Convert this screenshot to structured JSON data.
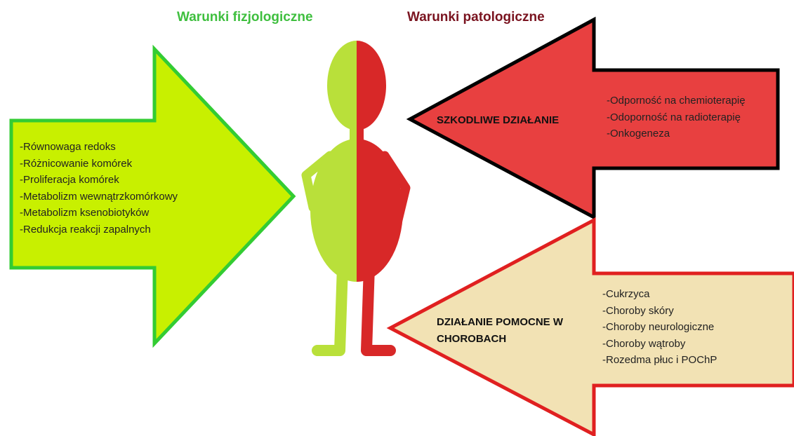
{
  "headings": {
    "physiological": "Warunki fizjologiczne",
    "pathological": "Warunki patologiczne"
  },
  "green_arrow": {
    "items": [
      "-Równowaga redoks",
      "-Różnicowanie komórek",
      "-Proliferacja komórek",
      "-Metabolizm wewnątrzkomórkowy",
      "-Metabolizm ksenobiotyków",
      "-Redukcja reakcji zapalnych"
    ]
  },
  "red_arrow": {
    "label": "SZKODLIWE DZIAŁANIE",
    "items": [
      "-Odporność na chemioterapię",
      "-Odoporność na radioterapię",
      "-Onkogeneza"
    ]
  },
  "beige_arrow": {
    "label": "DZIAŁANIE POMOCNE W CHOROBACH",
    "items": [
      "-Cukrzyca",
      "-Choroby skóry",
      "-Choroby neurologiczne",
      "-Choroby wątroby",
      "-Rozedma płuc i POChP"
    ]
  },
  "colors": {
    "green_fill": "#c8f000",
    "green_border": "#33cc33",
    "red_fill": "#e84040",
    "red_border": "#000000",
    "beige_fill": "#f2e2b4",
    "beige_border": "#e02020",
    "figure_left": "#b9e03a",
    "figure_right": "#d82828"
  }
}
